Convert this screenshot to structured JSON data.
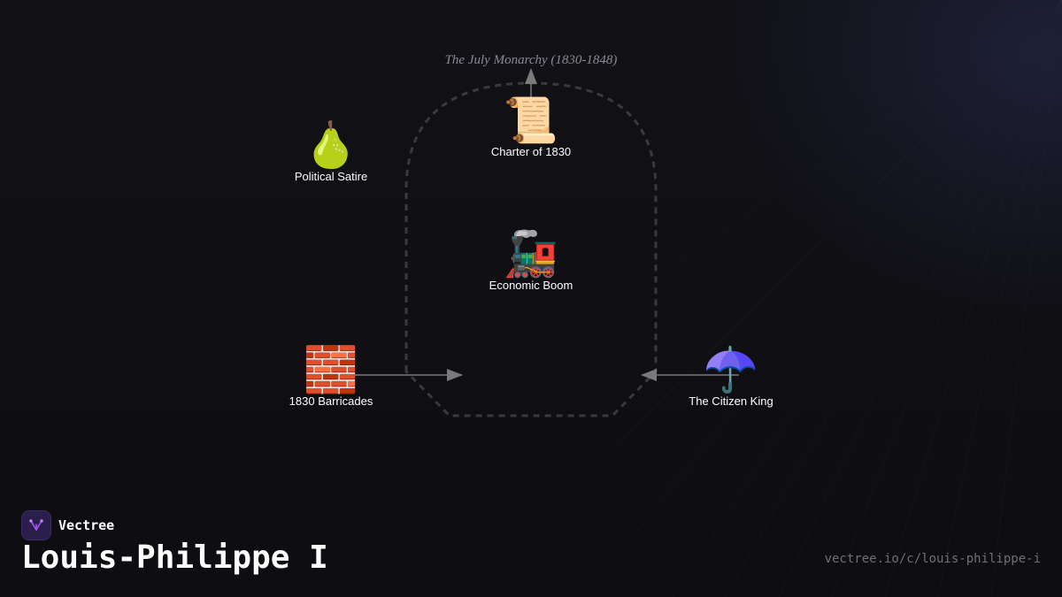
{
  "diagram": {
    "group_title": "The July Monarchy (1830-1848)",
    "nodes": [
      {
        "id": "satire",
        "emoji": "🍐",
        "label": "Political Satire"
      },
      {
        "id": "charter",
        "emoji": "📜",
        "label": "Charter of 1830"
      },
      {
        "id": "boom",
        "emoji": "🚂",
        "label": "Economic Boom"
      },
      {
        "id": "barricades",
        "emoji": "🧱",
        "label": "1830 Barricades"
      },
      {
        "id": "king",
        "emoji": "☂️",
        "label": "The Citizen King"
      }
    ],
    "edges": [
      {
        "from": "charter",
        "to": "group-title"
      },
      {
        "from": "barricades",
        "to": "group"
      },
      {
        "from": "king",
        "to": "group"
      }
    ]
  },
  "brand": {
    "name": "Vectree"
  },
  "page": {
    "title": "Louis-Philippe I",
    "url": "vectree.io/c/louis-philippe-i"
  },
  "colors": {
    "background": "#0f0f13",
    "edge": "#7a7a7a",
    "group_border": "#3a3a3e",
    "brand_logo_bg": "#2a1f4a",
    "brand_accent": "#a855f7"
  }
}
